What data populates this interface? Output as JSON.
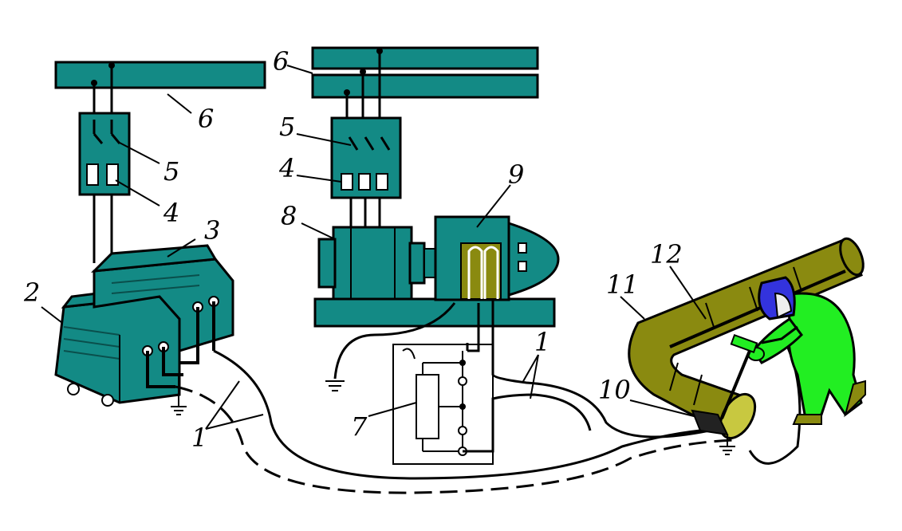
{
  "colors": {
    "equipment": "#138a85",
    "pipe": "#8a8a10",
    "welder_suit": "#22ee22",
    "welder_helmet": "#3333dd",
    "line": "#000000",
    "background": "#ffffff"
  },
  "labels": {
    "busbar_left": "6",
    "busbar_right": "6",
    "switch_left": "5",
    "switch_right": "5",
    "fuse_left": "4",
    "fuse_right": "4",
    "transformer_top": "3",
    "transformer_bottom": "2",
    "cable_left": "1",
    "cable_right": "1",
    "regulator": "7",
    "motor": "8",
    "generator": "9",
    "electrode_holder": "10",
    "pipe": "11",
    "seam": "12"
  },
  "icons": [
    "ground-icon",
    "ground-icon",
    "ground-icon",
    "welder-figure"
  ]
}
